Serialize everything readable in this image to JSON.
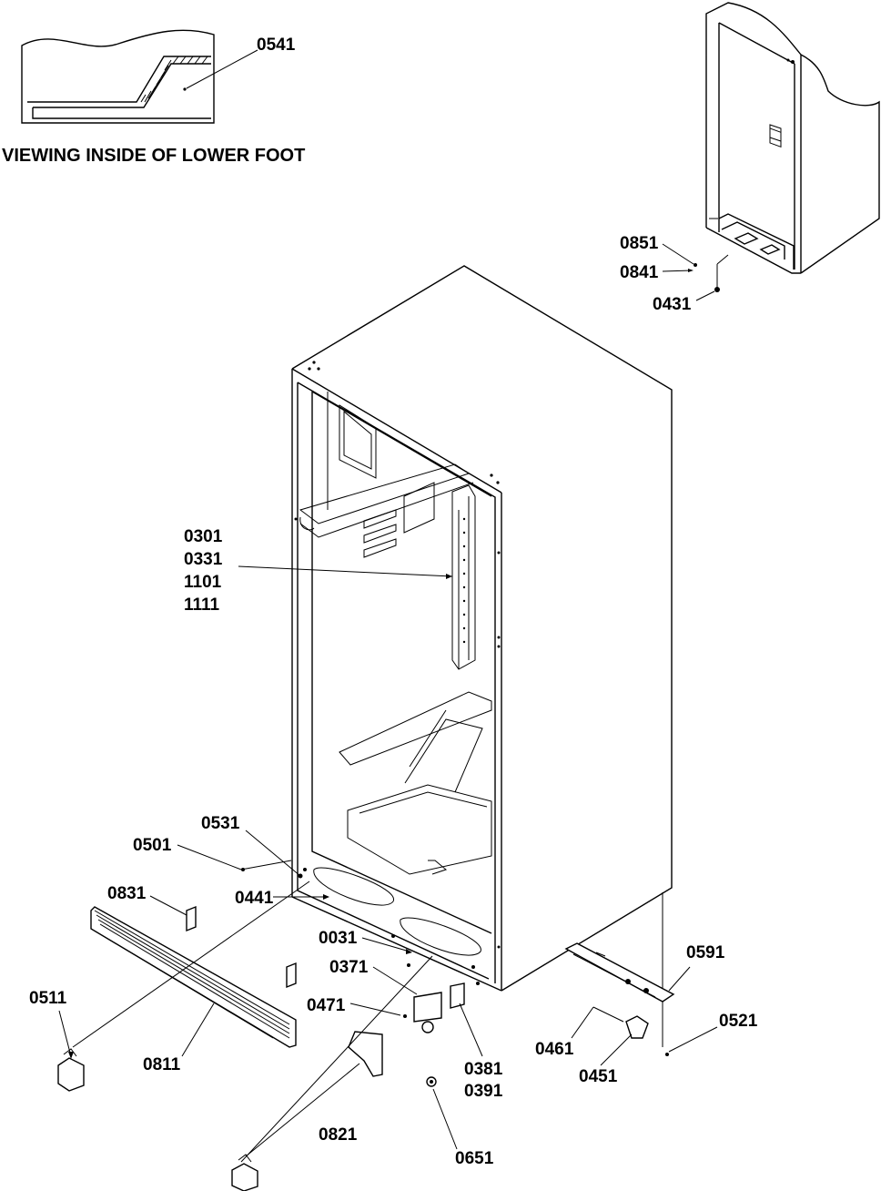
{
  "inset": {
    "caption": "VIEWING INSIDE OF LOWER FOOT",
    "label": "0541"
  },
  "labels": {
    "l0851": "0851",
    "l0841": "0841",
    "l0431": "0431",
    "l0301": "0301",
    "l0331": "0331",
    "l1101": "1101",
    "l1111": "1111",
    "l0531": "0531",
    "l0501": "0501",
    "l0831": "0831",
    "l0441": "0441",
    "l0031": "0031",
    "l0371": "0371",
    "l0591": "0591",
    "l0511": "0511",
    "l0471": "0471",
    "l0521": "0521",
    "l0461": "0461",
    "l0811": "0811",
    "l0381": "0381",
    "l0391": "0391",
    "l0451": "0451",
    "l0821": "0821",
    "l0651": "0651"
  }
}
